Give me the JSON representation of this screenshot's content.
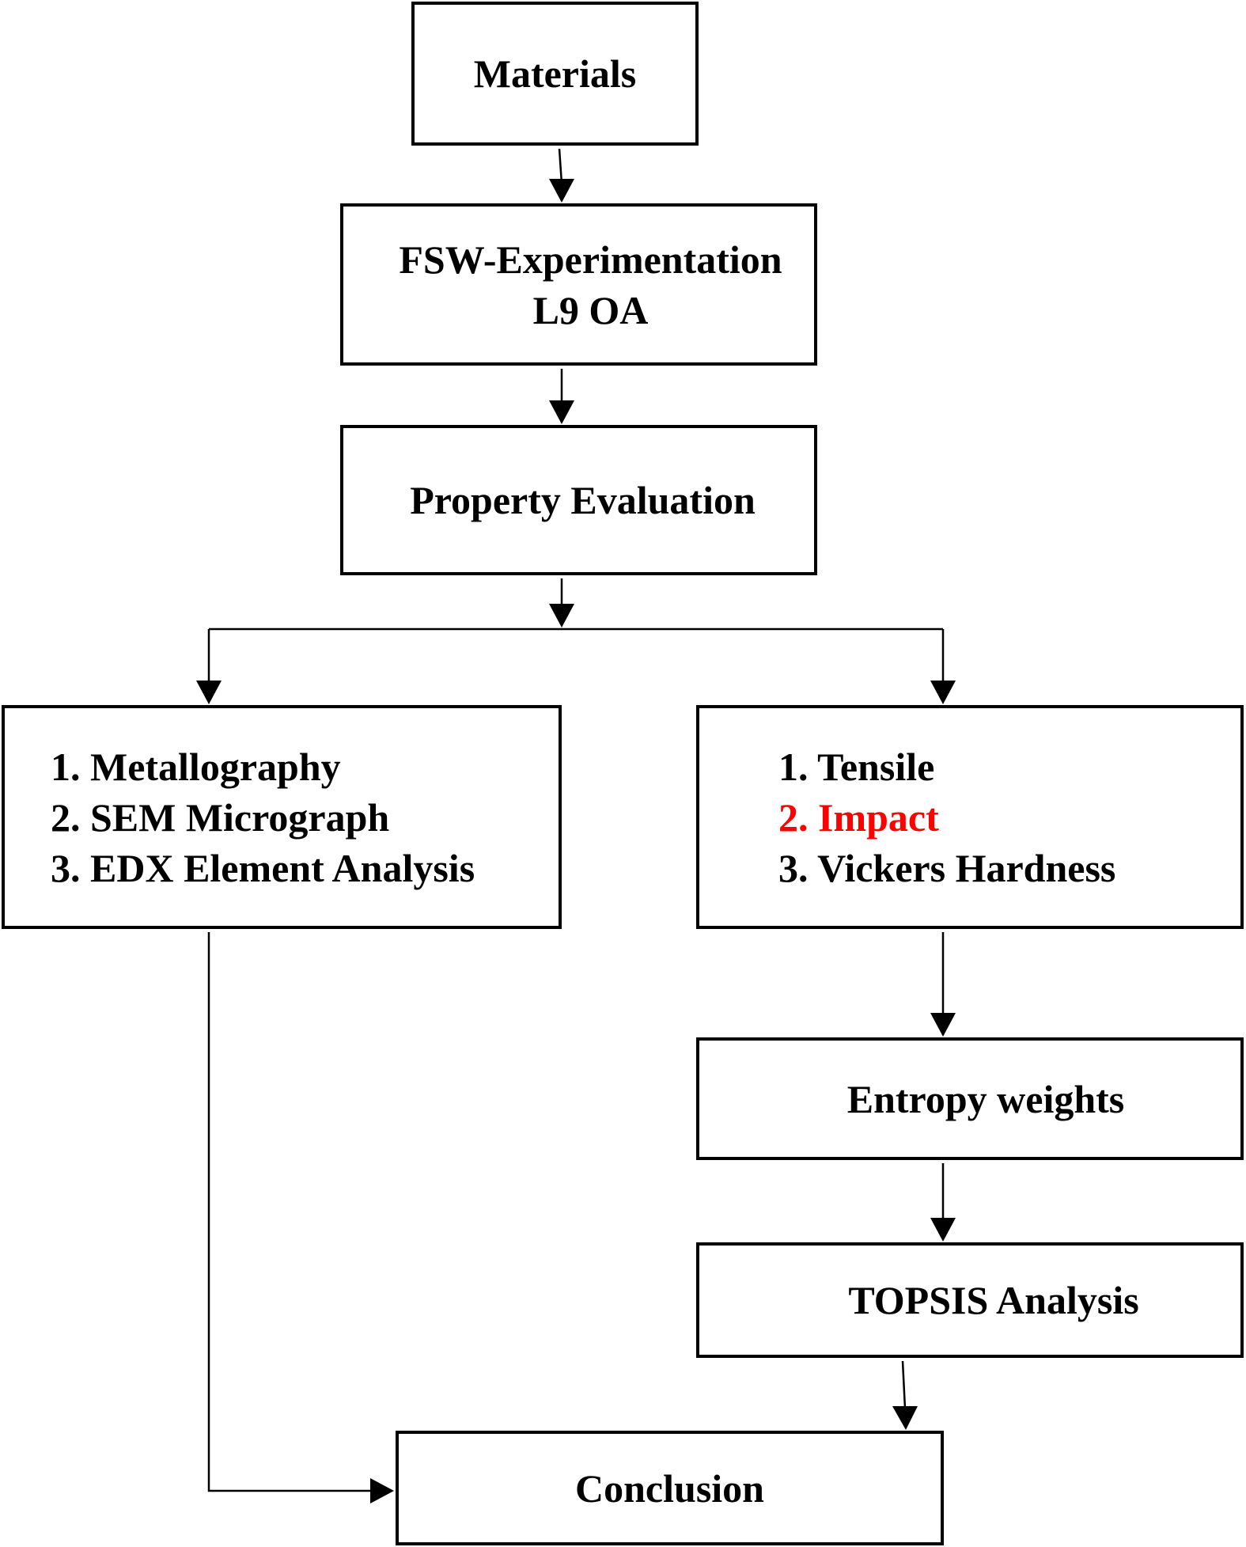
{
  "boxes": {
    "materials": {
      "lines": [
        "Materials"
      ]
    },
    "fsw": {
      "lines": [
        "FSW-Experimentation",
        "L9 OA"
      ]
    },
    "property": {
      "lines": [
        "Property Evaluation"
      ]
    },
    "microstructure": {
      "lines": [
        "1. Metallography",
        "2. SEM Micrograph",
        "3. EDX Element Analysis"
      ]
    },
    "mechanical": {
      "lines": [
        "1. Tensile",
        "2. Impact",
        "3. Vickers Hardness"
      ]
    },
    "entropy": {
      "lines": [
        "Entropy weights"
      ]
    },
    "topsis": {
      "lines": [
        "TOPSIS Analysis"
      ]
    },
    "conclusion": {
      "lines": [
        "Conclusion"
      ]
    }
  },
  "colors": {
    "text": "#000000",
    "highlight": "#ff0000",
    "line": "#000000"
  },
  "highlighted_item": "2. Impact"
}
